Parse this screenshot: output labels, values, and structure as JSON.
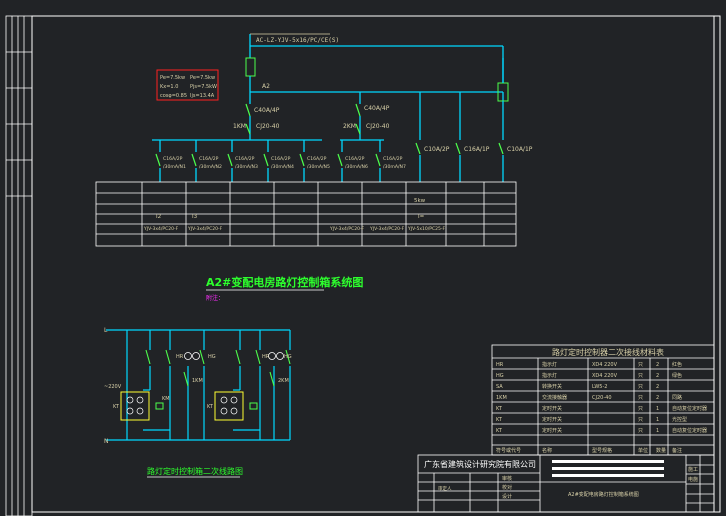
{
  "colors": {
    "background": "#212326",
    "frame": "#ffffff",
    "bus": "#00d8ff",
    "switch": "#4cff4c",
    "label": "#d8d0a8",
    "title": "#2dff2d",
    "subtitle": "#ff2dff",
    "red_box": "#ff2020",
    "lamp": "#ffff33"
  },
  "system_diagram": {
    "incoming_cable": "AC-LZ-YJV-5x16/PC/CE(S)",
    "incoming_ref": "A2",
    "params_box": {
      "line1_left": "Pe=7.5kw",
      "line1_right": "Pe=7.5kw",
      "line2_left": "Kx=1.0",
      "line2_right": "Pjs=7.5kW",
      "line3_left": "cosφ=0.85",
      "line3_right": "Ijs=13.4A"
    },
    "main_breaker": "C40A/4P",
    "group1": {
      "contactor": "1KM",
      "model": "CJ20-40",
      "breaker": "C40A/4P"
    },
    "group2": {
      "contactor": "2KM",
      "model": "CJ20-40",
      "breaker": "C40A/4P"
    },
    "branch_breakers": [
      {
        "rating": "C16A/2P",
        "cable": "/30mA/N1"
      },
      {
        "rating": "C16A/2P",
        "cable": "/30mA/N2"
      },
      {
        "rating": "C16A/2P",
        "cable": "/30mA/N3"
      },
      {
        "rating": "C16A/2P",
        "cable": "/30mA/N4"
      },
      {
        "rating": "C16A/2P",
        "cable": "/30mA/N5"
      },
      {
        "rating": "C16A/2P",
        "cable": "/30mA/N6"
      },
      {
        "rating": "C16A/2P",
        "cable": "/30mA/N7"
      }
    ],
    "right_breakers": [
      "C10A/2P",
      "C16A/1P",
      "C10A/1P"
    ],
    "table": {
      "row_power": "5kw",
      "row_current_a": "I2",
      "row_current_b": "I3",
      "row_current_c": "I=",
      "cable_cells": [
        "YJV-3x4/PC20-F",
        "YJV-3x4/PC20-F",
        "YJV-3x4/PC20-F",
        "YJV-3x4/PC20-F",
        "YJV-5x10/PC25-F"
      ]
    },
    "title": "A2#变配电房路灯控制箱系统图",
    "note": "附注："
  },
  "control_circuit": {
    "label_source": "~220V",
    "label_l": "L",
    "label_n": "N",
    "lamp1_left": "HR",
    "lamp1_right": "HG",
    "lamp2_left": "HR",
    "lamp2_right": "HG",
    "contact1": "1KM",
    "contact2": "2KM",
    "relay1": "KT",
    "relay2": "KT",
    "coil": "KM",
    "title": "路灯定时控制箱二次线路图"
  },
  "material_table": {
    "title": "路灯定时控制器二次接线材料表",
    "rows": [
      [
        "HR",
        "指示灯",
        "XD4 220V",
        "只",
        "2",
        "红色"
      ],
      [
        "HG",
        "指示灯",
        "XD4 220V",
        "只",
        "2",
        "绿色"
      ],
      [
        "SA",
        "转换开关",
        "LW5-2",
        "只",
        "2",
        ""
      ],
      [
        "1KM",
        "交流接触器",
        "CJ20-40",
        "只",
        "2",
        "同路"
      ],
      [
        "KT",
        "定时开关",
        "",
        "只",
        "1",
        "自动复位定时器"
      ],
      [
        "KT",
        "定时开关",
        "",
        "只",
        "1",
        "光控型"
      ],
      [
        "KT",
        "定时开关",
        "",
        "只",
        "1",
        "自动复位定时器"
      ]
    ],
    "header": [
      "符号或代号",
      "名称",
      "型号规格",
      "单位",
      "数量",
      "备注"
    ]
  },
  "title_block": {
    "company": "广东省建筑设计研究院有限公司",
    "project_label": "A2#变配电房路灯控制箱系统图",
    "stage_label": "施工",
    "sheet_label": "电施",
    "check_label": "审核",
    "draw_label": "设计",
    "review_label": "校对",
    "chief_label": "审定人"
  }
}
